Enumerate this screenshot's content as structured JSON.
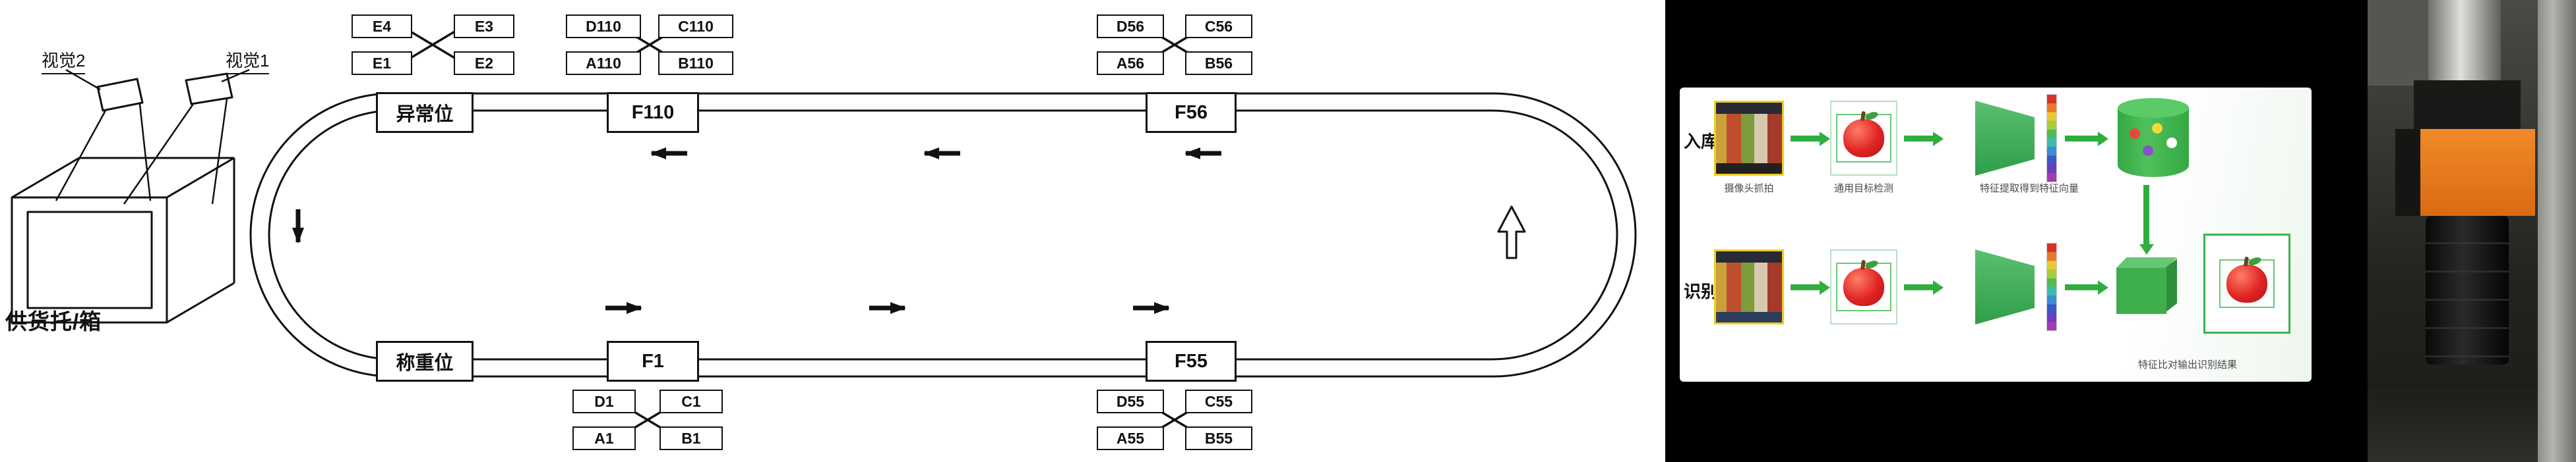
{
  "colors": {
    "line": "#111111",
    "pipeline_green": "#2fae3e",
    "thumbnail_yellow_border": "#f0cd1e",
    "camera_orange": "#e87a1e"
  },
  "diagram": {
    "vision2_label": "视觉2",
    "vision1_label": "视觉1",
    "supply_label": "供货托/箱",
    "stations": {
      "abnormal": "异常位",
      "f110": "F110",
      "f56": "F56",
      "weighing": "称重位",
      "f1": "F1",
      "f55": "F55"
    },
    "clusters": {
      "e": {
        "tl": "E4",
        "tr": "E3",
        "bl": "E1",
        "br": "E2"
      },
      "s110": {
        "tl": "D110",
        "tr": "C110",
        "bl": "A110",
        "br": "B110"
      },
      "s56": {
        "tl": "D56",
        "tr": "C56",
        "bl": "A56",
        "br": "B56"
      },
      "s1": {
        "tl": "D1",
        "tr": "C1",
        "bl": "A1",
        "br": "B1"
      },
      "s55": {
        "tl": "D55",
        "tr": "C55",
        "bl": "A55",
        "br": "B55"
      }
    }
  },
  "pipeline": {
    "inbound_label": "入库",
    "recognize_label": "识别",
    "caption_capture": "摄像头抓拍",
    "caption_detect": "通用目标检测",
    "caption_feature": "特征提取得到特征向量",
    "caption_result": "特征比对输出识别结果"
  }
}
